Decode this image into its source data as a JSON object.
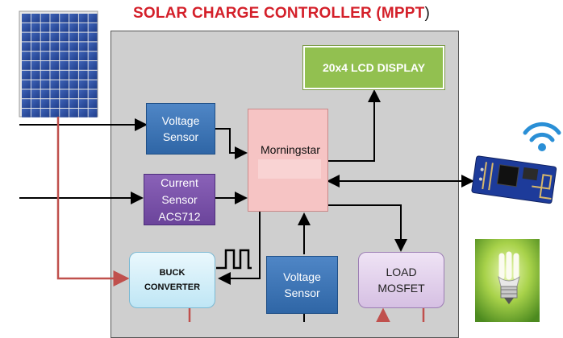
{
  "title": {
    "main": "SOLAR CHARGE CONTROLLER (MPPT",
    "close": ")"
  },
  "blocks": {
    "lcd": "20x4  LCD  DISPLAY",
    "voltage_sensor_top": {
      "line1": "Voltage",
      "line2": "Sensor"
    },
    "current_sensor": {
      "line1": "Current",
      "line2": "Sensor",
      "line3": "ACS712"
    },
    "controller": "Morningstar",
    "buck_converter": {
      "line1": "BUCK",
      "line2": "CONVERTER"
    },
    "voltage_sensor_bottom": {
      "line1": "Voltage",
      "line2": "Sensor"
    },
    "load_mosfet": {
      "line1": "LOAD",
      "line2": "MOSFET"
    }
  },
  "icons": [
    "solar-panel-icon",
    "wifi-icon",
    "wifi-module-icon",
    "light-bulb-icon",
    "pwm-signal-icon"
  ],
  "colors": {
    "title": "#d4202a",
    "board": "#cfcfcf",
    "lcd": "#92c050",
    "voltage_sensor": "#3b73b5",
    "current_sensor": "#7a54aa",
    "controller": "#f6c4c4",
    "buck": "#d7f0fa",
    "load": "#e3d2ec",
    "power_line": "#c0504d",
    "signal_line": "#000000"
  }
}
